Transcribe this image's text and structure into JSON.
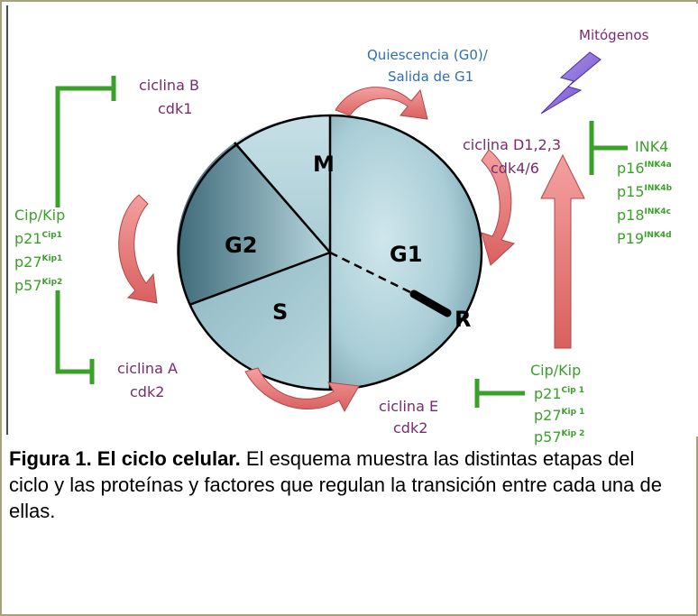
{
  "figure": {
    "phases": {
      "g1": "G1",
      "s": "S",
      "g2": "G2",
      "m": "M",
      "restriction_point": "R"
    },
    "quiescence": {
      "line1": "Quiescencia (G0)/",
      "line2": "Salida de G1"
    },
    "mitogens": "Mitógenos",
    "cyclin_b": {
      "cyclin": "ciclina B",
      "cdk": "cdk1"
    },
    "cyclin_d": {
      "cyclin": "ciclina D1,2,3",
      "cdk": "cdk4/6"
    },
    "cyclin_a": {
      "cyclin": "ciclina A",
      "cdk": "cdk2"
    },
    "cyclin_e": {
      "cyclin": "ciclina E",
      "cdk": "cdk2"
    },
    "inhibitors_left": {
      "family": "Cip/Kip",
      "items": [
        {
          "base": "p21",
          "sup": "Cip1"
        },
        {
          "base": "p27",
          "sup": "Kip1"
        },
        {
          "base": "p57",
          "sup": "Kip2"
        }
      ]
    },
    "inhibitors_bottom": {
      "family": "Cip/Kip",
      "items": [
        {
          "base": "p21",
          "sup": "Cip 1"
        },
        {
          "base": "p27",
          "sup": "Kip 1"
        },
        {
          "base": "p57",
          "sup": "Kip 2"
        }
      ]
    },
    "ink4": {
      "family": "INK4",
      "items": [
        {
          "base": "p16",
          "sup": "INK4a"
        },
        {
          "base": "p15",
          "sup": "INK4b"
        },
        {
          "base": "p18",
          "sup": "INK4c"
        },
        {
          "base": "P19",
          "sup": "INK4d"
        }
      ]
    },
    "colors": {
      "inhibitor_green": "#3aa02a",
      "cyclin_purple": "#7a2a6e",
      "quiescence_blue": "#2f6fae",
      "arrow_pink": "#e06a6a",
      "phase_text": "#000000"
    }
  },
  "caption": {
    "title": "Figura 1. El ciclo celular.",
    "text": " El esquema muestra las distintas etapas del ciclo y las proteínas y  factores que regulan la transición entre cada una de ellas."
  }
}
